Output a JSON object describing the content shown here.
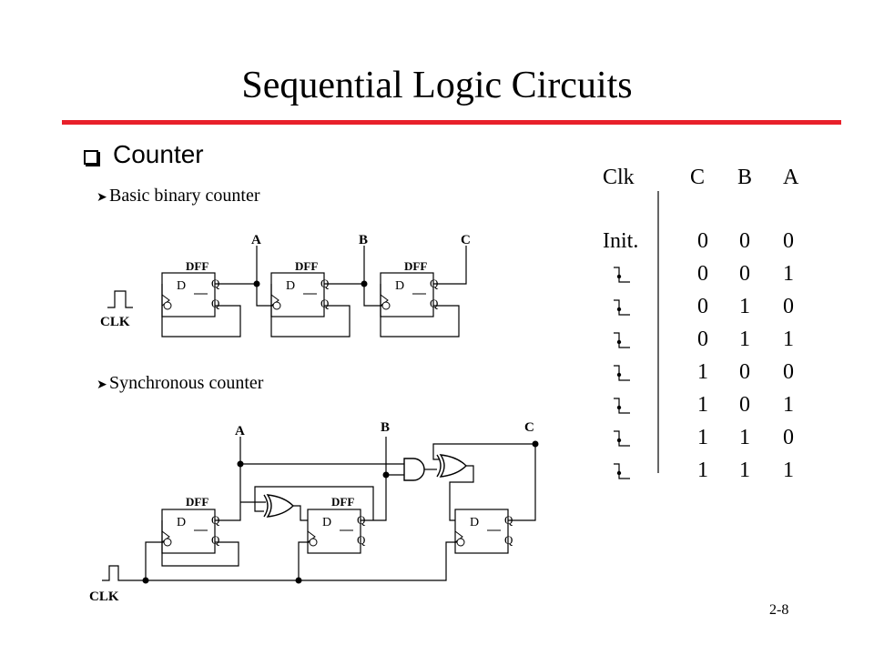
{
  "title": "Sequential Logic Circuits",
  "accent_color": "#e8202a",
  "bullet": {
    "label": "Counter",
    "sub_items": [
      "Basic binary counter",
      "Synchronous counter"
    ]
  },
  "circuits": {
    "dff_label": "DFF",
    "d_label": "D",
    "q_label": "Q",
    "clk_label": "CLK",
    "outputs": [
      "A",
      "B",
      "C"
    ]
  },
  "truth_table": {
    "headers": [
      "Clk",
      "C",
      "B",
      "A"
    ],
    "rows": [
      {
        "clk": "Init.",
        "c": "0",
        "b": "0",
        "a": "0"
      },
      {
        "clk": "",
        "c": "0",
        "b": "0",
        "a": "1"
      },
      {
        "clk": "",
        "c": "0",
        "b": "1",
        "a": "0"
      },
      {
        "clk": "",
        "c": "0",
        "b": "1",
        "a": "1"
      },
      {
        "clk": "",
        "c": "1",
        "b": "0",
        "a": "0"
      },
      {
        "clk": "",
        "c": "1",
        "b": "0",
        "a": "1"
      },
      {
        "clk": "",
        "c": "1",
        "b": "1",
        "a": "0"
      },
      {
        "clk": "",
        "c": "1",
        "b": "1",
        "a": "1"
      }
    ]
  },
  "page_number": "2-8"
}
